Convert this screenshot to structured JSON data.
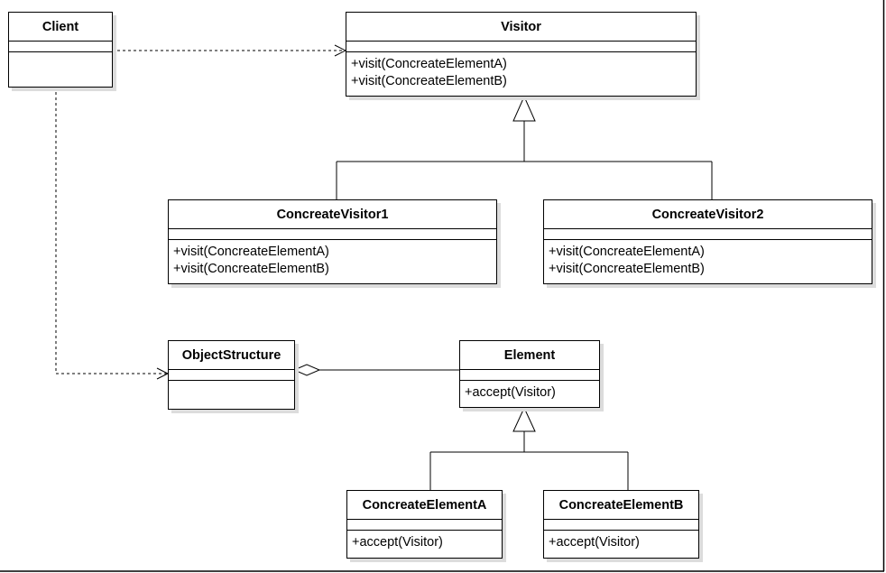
{
  "diagram": {
    "classes": {
      "client": {
        "name": "Client",
        "methods": []
      },
      "visitor": {
        "name": "Visitor",
        "methods": [
          "+visit(ConcreateElementA)",
          "+visit(ConcreateElementB)"
        ]
      },
      "concrete_visitor1": {
        "name": "ConcreateVisitor1",
        "methods": [
          "+visit(ConcreateElementA)",
          "+visit(ConcreateElementB)"
        ]
      },
      "concrete_visitor2": {
        "name": "ConcreateVisitor2",
        "methods": [
          "+visit(ConcreateElementA)",
          "+visit(ConcreateElementB)"
        ]
      },
      "object_structure": {
        "name": "ObjectStructure",
        "methods": []
      },
      "element": {
        "name": "Element",
        "methods": [
          "+accept(Visitor)"
        ]
      },
      "concrete_element_a": {
        "name": "ConcreateElementA",
        "methods": [
          "+accept(Visitor)"
        ]
      },
      "concrete_element_b": {
        "name": "ConcreateElementB",
        "methods": [
          "+accept(Visitor)"
        ]
      }
    },
    "relations": [
      {
        "type": "dependency",
        "from": "Client",
        "to": "Visitor"
      },
      {
        "type": "dependency",
        "from": "Client",
        "to": "ObjectStructure"
      },
      {
        "type": "generalization",
        "from": "ConcreateVisitor1",
        "to": "Visitor"
      },
      {
        "type": "generalization",
        "from": "ConcreateVisitor2",
        "to": "Visitor"
      },
      {
        "type": "aggregation",
        "from": "ObjectStructure",
        "to": "Element"
      },
      {
        "type": "generalization",
        "from": "ConcreateElementA",
        "to": "Element"
      },
      {
        "type": "generalization",
        "from": "ConcreateElementB",
        "to": "Element"
      }
    ],
    "colors": {
      "line": "#000000",
      "fill": "#ffffff",
      "shadow": "#dcdcdc"
    }
  }
}
